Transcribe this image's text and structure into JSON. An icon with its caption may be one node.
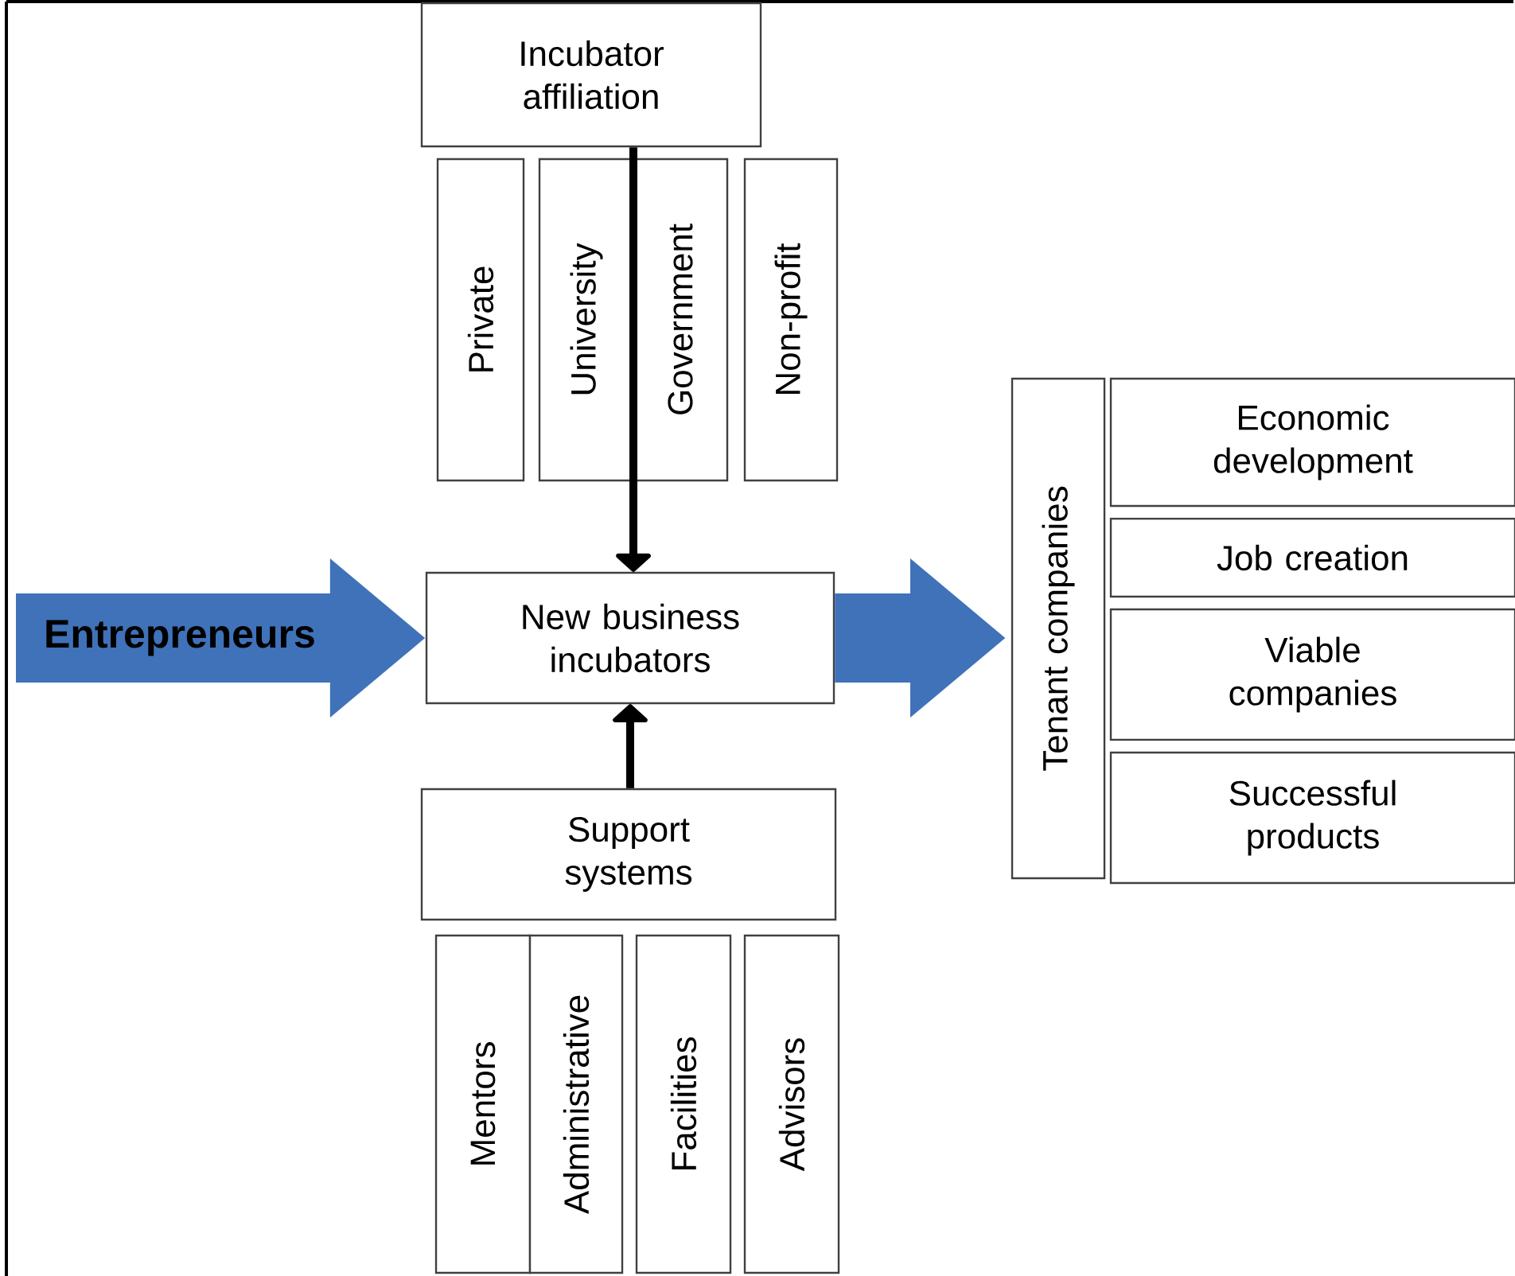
{
  "diagram": {
    "nodes": [
      {
        "text": [
          "Incubator affiliation"
        ]
      },
      {
        "text": [
          "Private"
        ]
      },
      {
        "text": [
          "University"
        ]
      },
      {
        "text": [
          "Government"
        ]
      },
      {
        "text": [
          "Non-profit"
        ]
      },
      {
        "text": [
          "New business incubators"
        ]
      },
      {
        "text": [
          "Tenant companies"
        ]
      },
      {
        "text": [
          "Economic development"
        ]
      },
      {
        "text": [
          "Job creation"
        ]
      },
      {
        "text": [
          "Viable companies"
        ]
      },
      {
        "text": [
          "Successful products"
        ]
      },
      {
        "text": [
          "Support systems"
        ]
      },
      {
        "text": [
          "Mentors"
        ]
      },
      {
        "text": [
          "Administrative"
        ]
      },
      {
        "text": [
          "Facilities"
        ]
      },
      {
        "text": [
          "Advisors"
        ]
      }
    ],
    "edges": [
      {
        "from": 0,
        "to": 5,
        "arrow": "to"
      },
      {
        "from": 11,
        "to": 5,
        "arrow": "to"
      },
      {
        "from": null,
        "to": 5,
        "arrow": "to",
        "label": "Entrepreneurs",
        "style": "thick",
        "color": "#3f72b9"
      },
      {
        "from": 5,
        "to": 6,
        "arrow": "to",
        "style": "thick",
        "color": "#3f72b9"
      }
    ]
  }
}
